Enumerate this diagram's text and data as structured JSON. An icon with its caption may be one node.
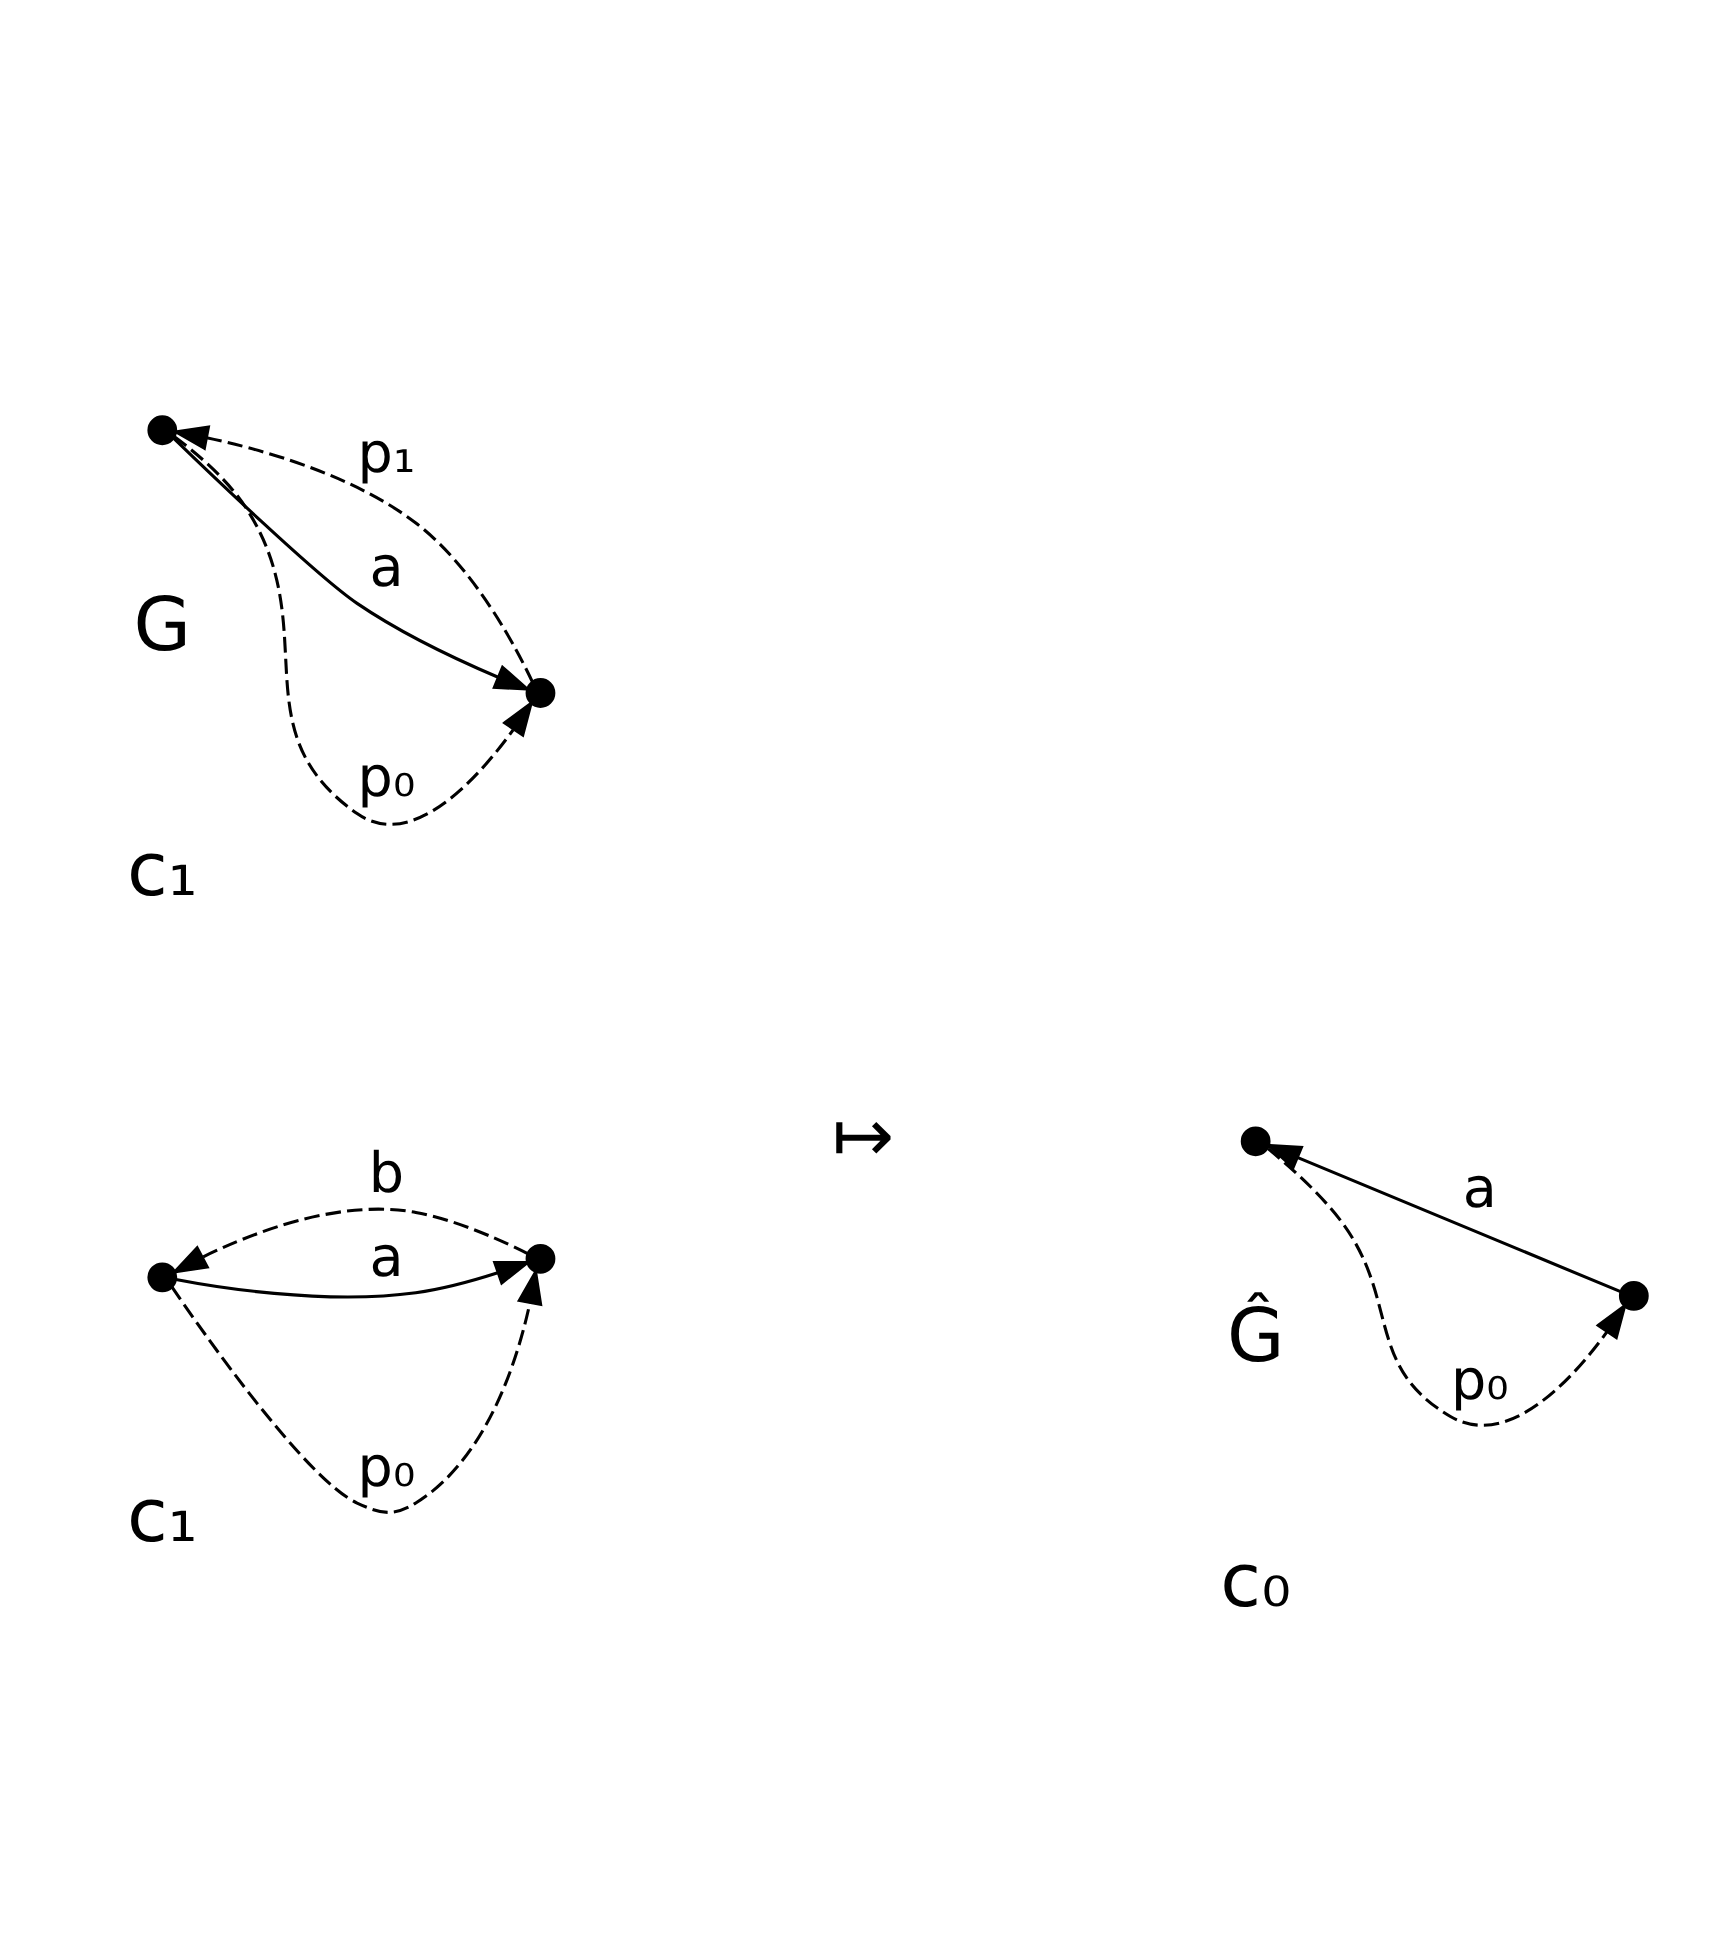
{
  "diagram": {
    "nodes": [
      {
        "text": [],
        "shape": "circle"
      },
      {
        "text": [],
        "shape": "circle"
      },
      {
        "text": [],
        "shape": "circle"
      },
      {
        "text": [],
        "shape": "circle"
      },
      {
        "text": [],
        "shape": "circle"
      },
      {
        "text": [],
        "shape": "circle"
      }
    ],
    "edges": [
      {
        "from": 0,
        "to": 1,
        "arrow": "to",
        "label": "p₀",
        "style": "dashed"
      },
      {
        "from": 0,
        "to": 1,
        "arrow": "to",
        "label": "a"
      },
      {
        "from": 1,
        "to": 0,
        "arrow": "to",
        "label": "p₁",
        "style": "dashed"
      },
      {
        "from": 2,
        "to": 3,
        "arrow": "to",
        "label": "p₀",
        "style": "dashed"
      },
      {
        "from": 3,
        "to": 2,
        "arrow": "to",
        "label": "a"
      },
      {
        "from": 4,
        "to": 5,
        "arrow": "to",
        "label": "p₀",
        "style": "dashed"
      },
      {
        "from": 4,
        "to": 5,
        "arrow": "to",
        "label": "a"
      },
      {
        "from": 5,
        "to": 4,
        "arrow": "to",
        "label": "b",
        "style": "dashed"
      }
    ],
    "labels": [
      "G",
      "Ĝ",
      "c₀",
      "c₁",
      "↦",
      "c₁"
    ]
  }
}
